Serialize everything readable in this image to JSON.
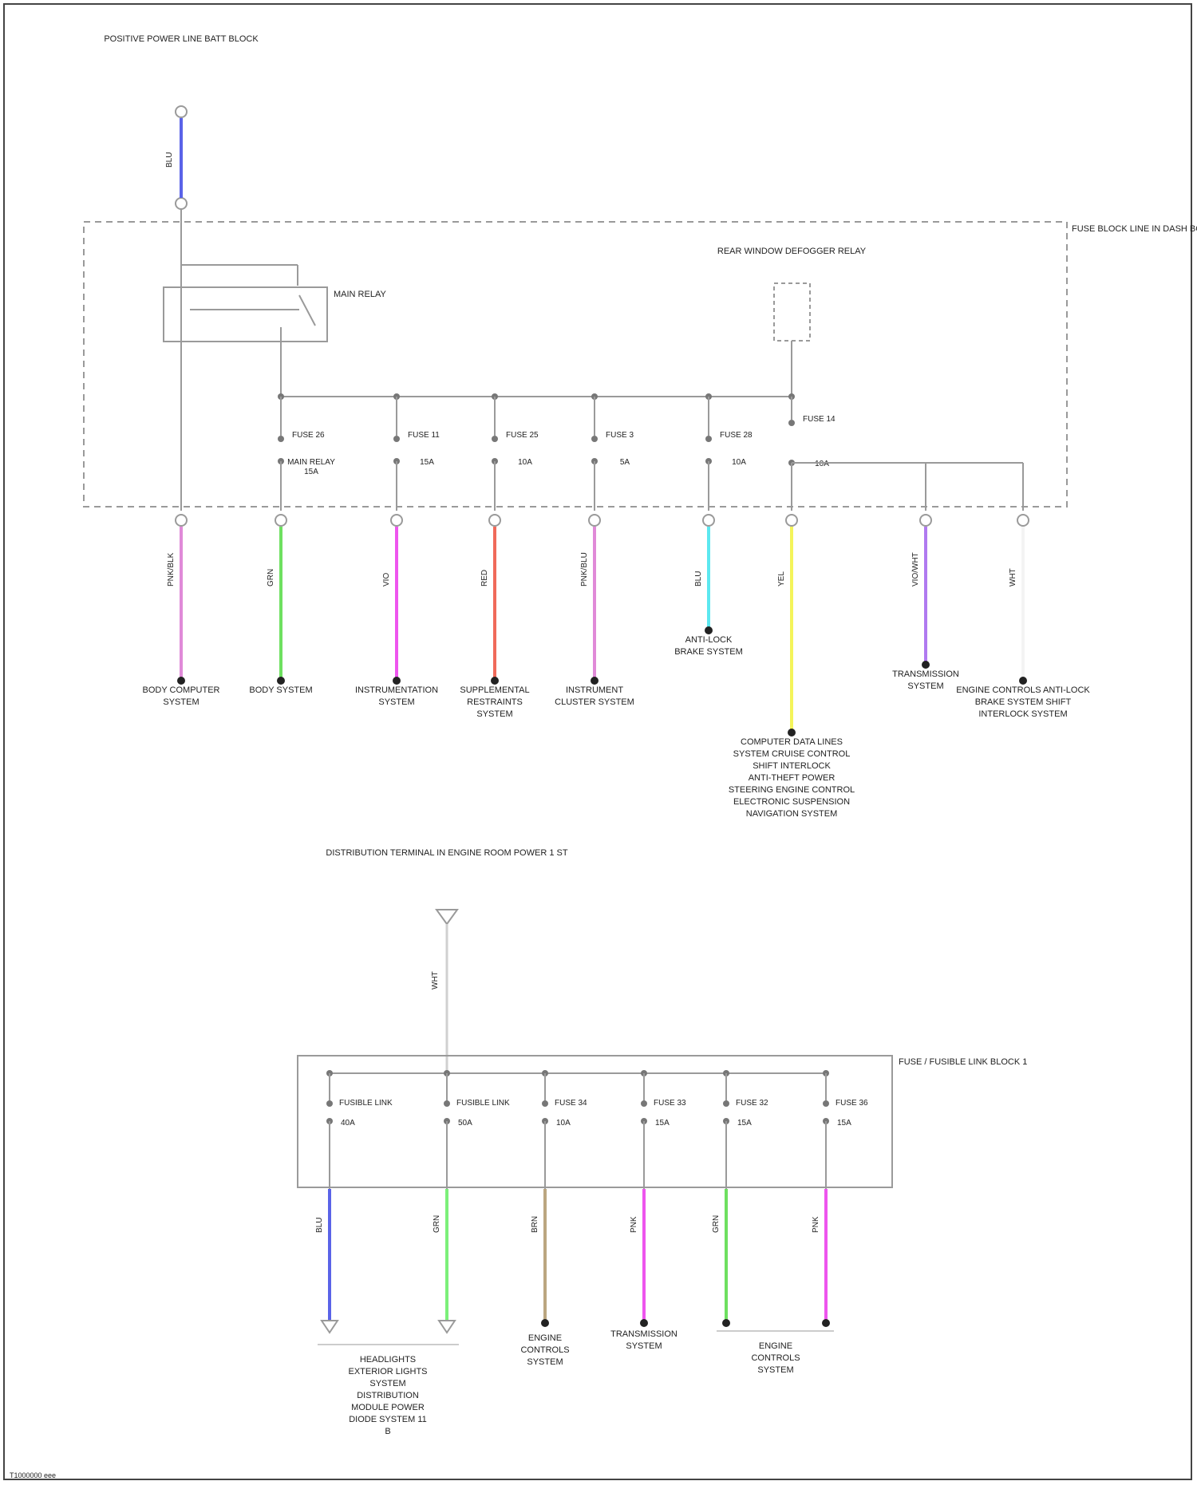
{
  "diagram": {
    "colors": {
      "wire_default": "#9a9a9a",
      "blue": "#5a63e8",
      "pink": "#e08ad8",
      "green": "#6ee060",
      "magenta": "#ee55ee",
      "red": "#f06a5a",
      "cyan": "#5ce8f0",
      "yellow": "#f4f45a",
      "violet": "#b07af0",
      "white": "#f4f4f4",
      "tan": "#bba680",
      "lightgreen": "#7cf07a"
    },
    "upper": {
      "source_label": "POSITIVE POWER LINE BATT BLOCK",
      "block_label": "FUSE BLOCK LINE IN DASH BOX",
      "relay_label": "MAIN RELAY",
      "rear_relay_label": "REAR WINDOW DEFOGGER RELAY",
      "fuses": [
        {
          "name": "FUSE 26",
          "rating": "MAIN RELAY 15A"
        },
        {
          "name": "FUSE 11",
          "rating": "15A"
        },
        {
          "name": "FUSE 25",
          "rating": "10A"
        },
        {
          "name": "FUSE 3",
          "rating": "5A"
        },
        {
          "name": "FUSE 28",
          "rating": "10A"
        },
        {
          "name": "FUSE 14",
          "rating": "10A"
        }
      ],
      "wire_labels": [
        "PNK/BLK",
        "GRN",
        "VIO",
        "RED",
        "PNK/BLU",
        "BLU",
        "YEL",
        "VIO/WHT",
        "WHT"
      ],
      "destinations": [
        "BODY COMPUTER SYSTEM",
        "BODY SYSTEM",
        "INSTRUMENTATION SYSTEM",
        "SUPPLEMENTAL RESTRAINTS SYSTEM",
        "INSTRUMENT CLUSTER SYSTEM",
        "ANTI-LOCK BRAKE SYSTEM",
        "COMPUTER DATA LINES SYSTEM CRUISE CONTROL SHIFT INTERLOCK ANTI-THEFT POWER STEERING ENGINE CONTROL ELECTRONIC SUSPENSION NAVIGATION SYSTEM",
        "TRANSMISSION SYSTEM",
        "ENGINE CONTROLS ANTI-LOCK BRAKE SYSTEM SHIFT INTERLOCK SYSTEM"
      ]
    },
    "lower": {
      "source_label": "DISTRIBUTION TERMINAL IN ENGINE ROOM POWER 1 ST",
      "block_label": "FUSE / FUSIBLE LINK BLOCK 1",
      "fuses": [
        {
          "name": "FUSIBLE LINK",
          "rating": "40A"
        },
        {
          "name": "FUSIBLE LINK",
          "rating": "50A"
        },
        {
          "name": "FUSE 34",
          "rating": "10A"
        },
        {
          "name": "FUSE 33",
          "rating": "15A"
        },
        {
          "name": "FUSE 32",
          "rating": "15A"
        },
        {
          "name": "FUSE 36",
          "rating": "15A"
        }
      ],
      "wire_labels": [
        "BLU",
        "GRN",
        "BRN",
        "PNK",
        "GRN",
        "PNK"
      ],
      "destinations": [
        "HEADLIGHTS EXTERIOR LIGHTS SYSTEM DISTRIBUTION MODULE POWER DIODE SYSTEM 11 B",
        "ENGINE CONTROLS SYSTEM",
        "TRANSMISSION SYSTEM",
        "ENGINE CONTROLS SYSTEM"
      ]
    },
    "footer": "T1000000 eee"
  }
}
